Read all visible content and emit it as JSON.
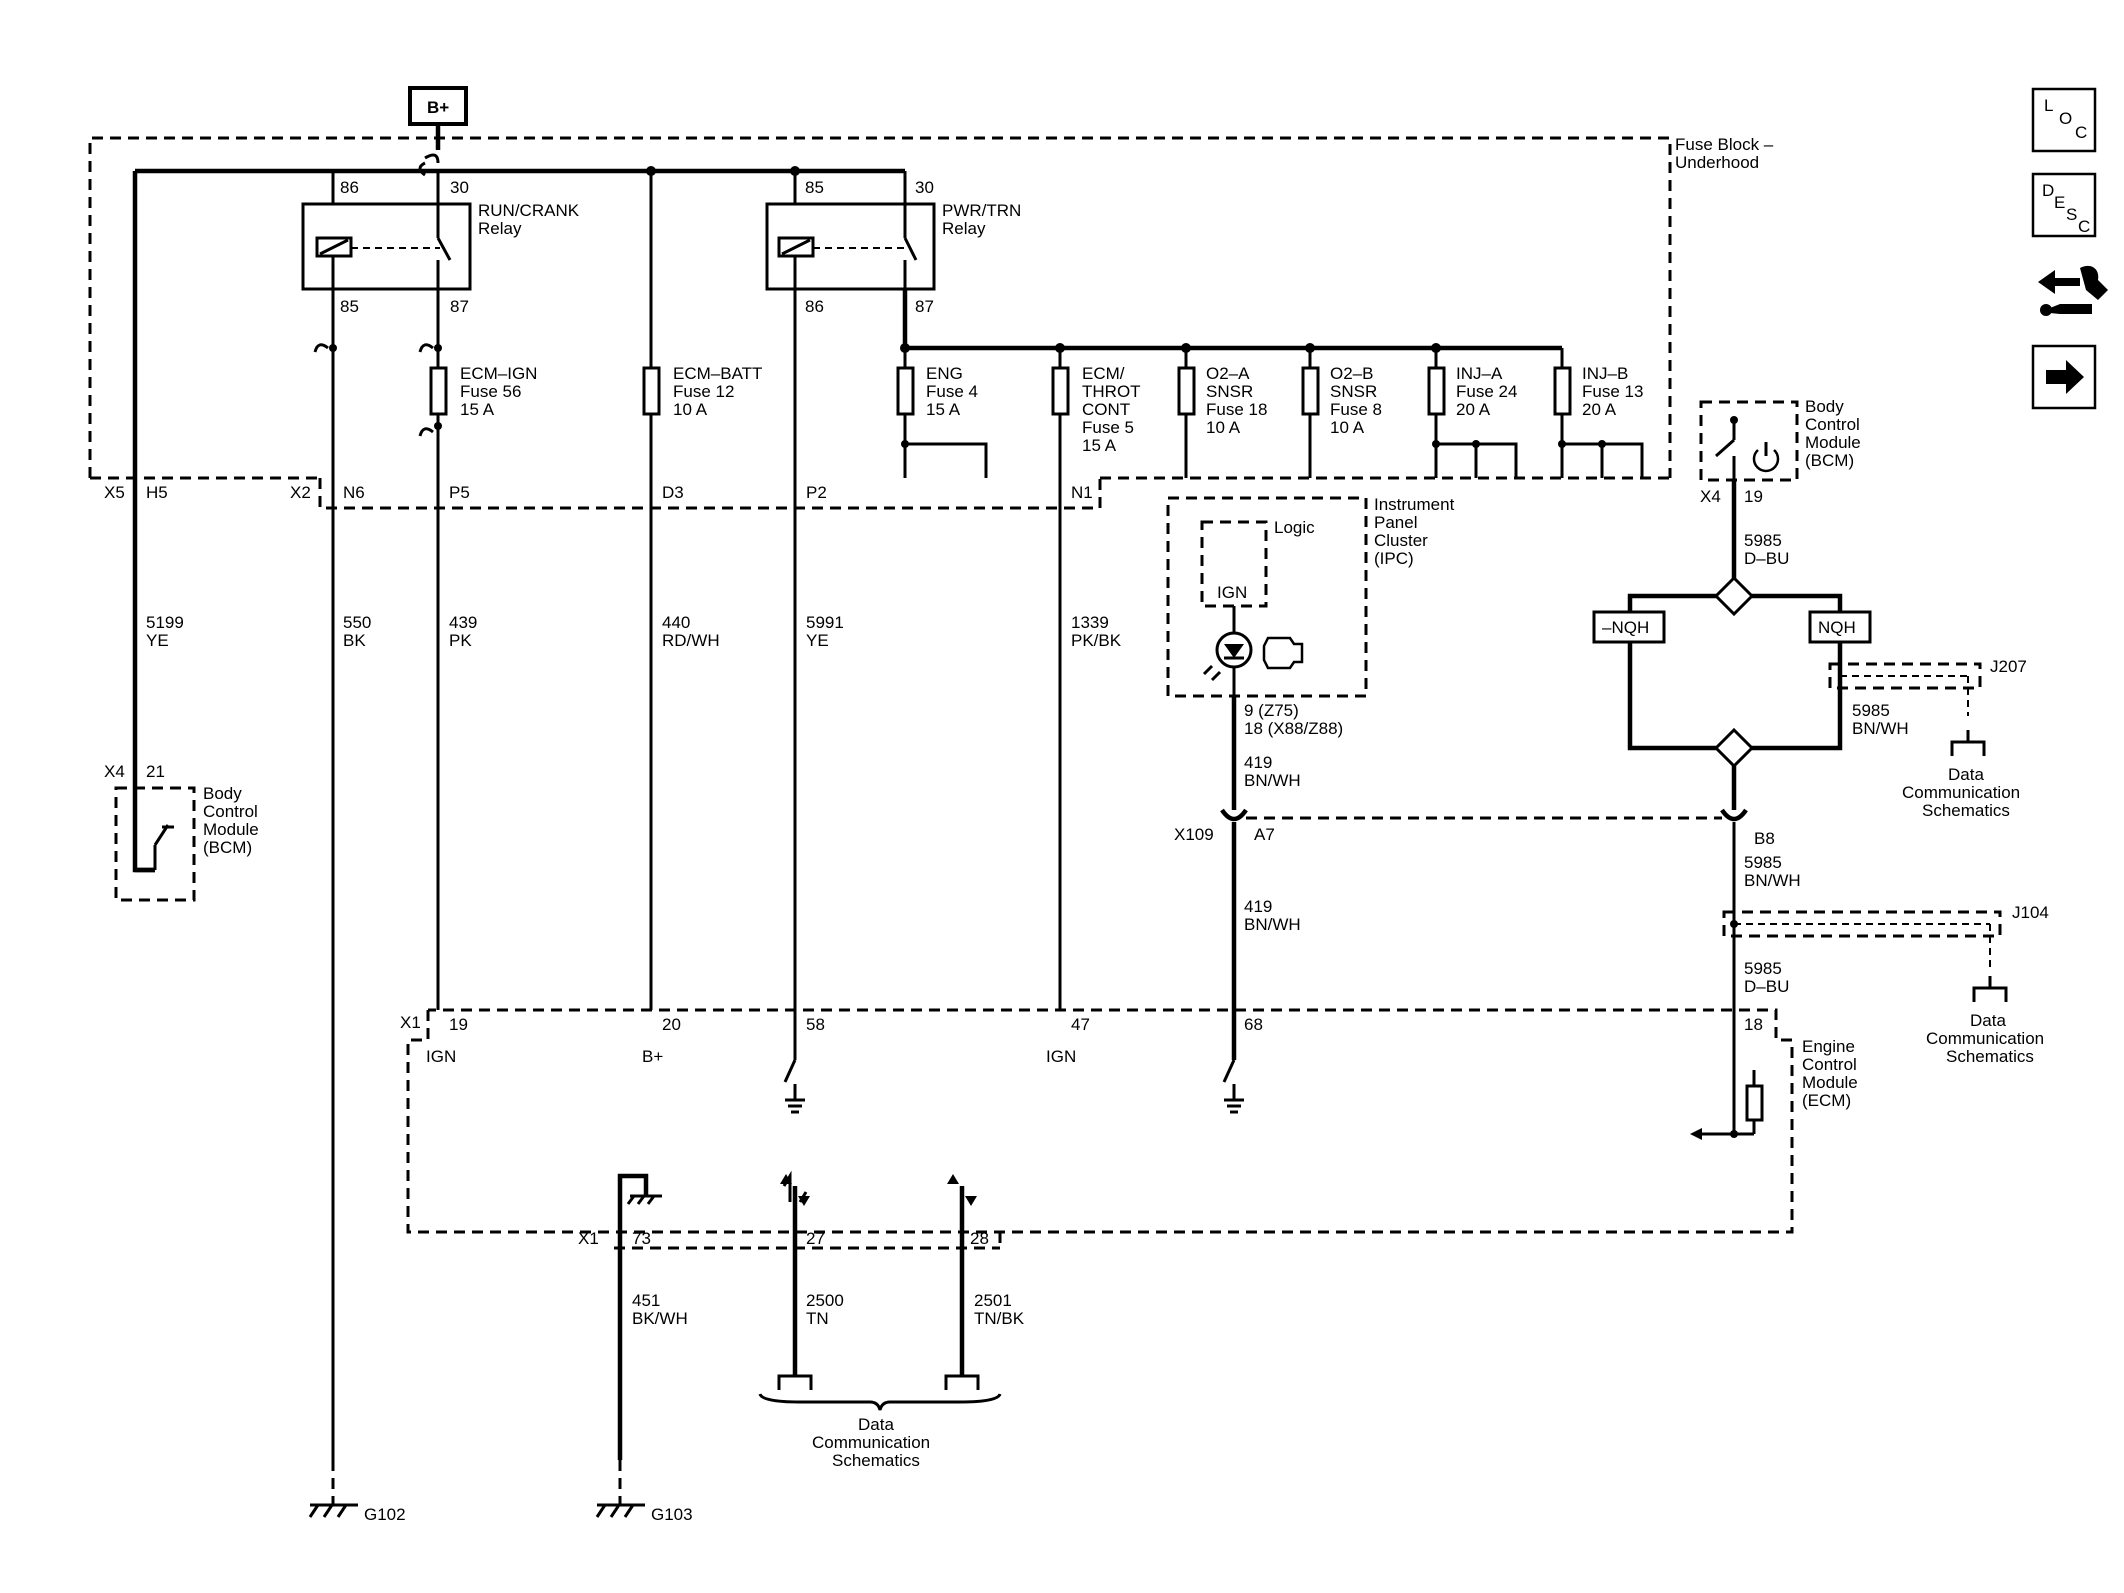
{
  "nav": {
    "loc": [
      "L",
      "O",
      "C"
    ],
    "desc": [
      "D",
      "E",
      "S",
      "C"
    ]
  },
  "power": {
    "bplus": "B+"
  },
  "fuse_block": {
    "title_1": "Fuse Block –",
    "title_2": "Underhood"
  },
  "relays": {
    "run_crank": {
      "name_1": "RUN/CRANK",
      "name_2": "Relay",
      "p86": "86",
      "p30": "30",
      "p85": "85",
      "p87": "87"
    },
    "pwr_trn": {
      "name_1": "PWR/TRN",
      "name_2": "Relay",
      "p85": "85",
      "p30": "30",
      "p86": "86",
      "p87": "87"
    }
  },
  "fuses": {
    "ecm_ign": [
      "ECM–IGN",
      "Fuse 56",
      "15 A"
    ],
    "ecm_batt": [
      "ECM–BATT",
      "Fuse 12",
      "10 A"
    ],
    "eng": [
      "ENG",
      "Fuse 4",
      "15 A"
    ],
    "ecm_throt": [
      "ECM/",
      "THROT",
      "CONT",
      "Fuse 5",
      "15 A"
    ],
    "o2a": [
      "O2–A",
      "SNSR",
      "Fuse 18",
      "10 A"
    ],
    "o2b": [
      "O2–B",
      "SNSR",
      "Fuse 8",
      "10 A"
    ],
    "inja": [
      "INJ–A",
      "Fuse 24",
      "20 A"
    ],
    "injb": [
      "INJ–B",
      "Fuse 13",
      "20 A"
    ]
  },
  "fuse_pins": {
    "x5": "X5",
    "h5": "H5",
    "x2": "X2",
    "n6": "N6",
    "p5": "P5",
    "d3": "D3",
    "p2": "P2",
    "n1": "N1"
  },
  "wires": {
    "w5199": [
      "5199",
      "YE"
    ],
    "w550": [
      "550",
      "BK"
    ],
    "w439": [
      "439",
      "PK"
    ],
    "w440": [
      "440",
      "RD/WH"
    ],
    "w5991": [
      "5991",
      "YE"
    ],
    "w1339": [
      "1339",
      "PK/BK"
    ],
    "w419a": [
      "419",
      "BN/WH"
    ],
    "w419b": [
      "419",
      "BN/WH"
    ],
    "w5985a": [
      "5985",
      "D–BU"
    ],
    "w5985b": [
      "5985",
      "BN/WH"
    ],
    "w5985c": [
      "5985",
      "BN/WH"
    ],
    "w5985d": [
      "5985",
      "D–BU"
    ],
    "w451": [
      "451",
      "BK/WH"
    ],
    "w2500": [
      "2500",
      "TN"
    ],
    "w2501": [
      "2501",
      "TN/BK"
    ]
  },
  "bcm_left": {
    "conn": "X4",
    "pin": "21",
    "name": [
      "Body",
      "Control",
      "Module",
      "(BCM)"
    ]
  },
  "bcm_right": {
    "conn": "X4",
    "pin": "19",
    "name": [
      "Body",
      "Control",
      "Module",
      "(BCM)"
    ]
  },
  "ipc": {
    "name": [
      "Instrument",
      "Panel",
      "Cluster",
      "(IPC)"
    ],
    "logic": "Logic",
    "ign": "IGN",
    "pin_1": "9 (Z75)",
    "pin_2": "18 (X88/Z88)"
  },
  "x109": {
    "conn": "X109",
    "a7": "A7",
    "b8": "B8"
  },
  "splices": {
    "nqh_neg": "–NQH",
    "nqh": "NQH",
    "j207": "J207",
    "j104": "J104"
  },
  "ecm": {
    "name": [
      "Engine",
      "Control",
      "Module",
      "(ECM)"
    ],
    "conn_top": "X1",
    "pins_top": [
      "19",
      "20",
      "58",
      "47",
      "68",
      "18"
    ],
    "labels": [
      "IGN",
      "B+",
      "IGN"
    ],
    "conn_bottom": "X1",
    "pins_bottom": [
      "73",
      "27",
      "28"
    ]
  },
  "data_comm": {
    "j207": [
      "Data",
      "Communication",
      "Schematics"
    ],
    "j104": [
      "Data",
      "Communication",
      "Schematics"
    ],
    "bottom": [
      "Data",
      "Communication",
      "Schematics"
    ]
  },
  "grounds": {
    "g102": "G102",
    "g103": "G103"
  }
}
